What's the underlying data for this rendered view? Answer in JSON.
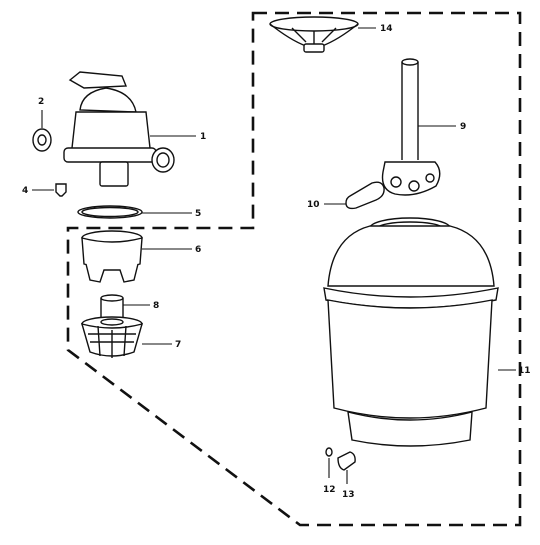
{
  "diagram": {
    "parts": [
      {
        "id": "valve",
        "label": "1"
      },
      {
        "id": "knob",
        "label": "2"
      },
      {
        "id": "plug",
        "label": "4"
      },
      {
        "id": "o-ring",
        "label": "5"
      },
      {
        "id": "collar",
        "label": "6"
      },
      {
        "id": "basket",
        "label": "7"
      },
      {
        "id": "pipe",
        "label": "8"
      },
      {
        "id": "standpipe",
        "label": "9"
      },
      {
        "id": "lateral",
        "label": "10"
      },
      {
        "id": "tank",
        "label": "11"
      },
      {
        "id": "small-o-ring",
        "label": "12"
      },
      {
        "id": "drain-cap",
        "label": "13"
      },
      {
        "id": "diffuser",
        "label": "14"
      }
    ]
  }
}
